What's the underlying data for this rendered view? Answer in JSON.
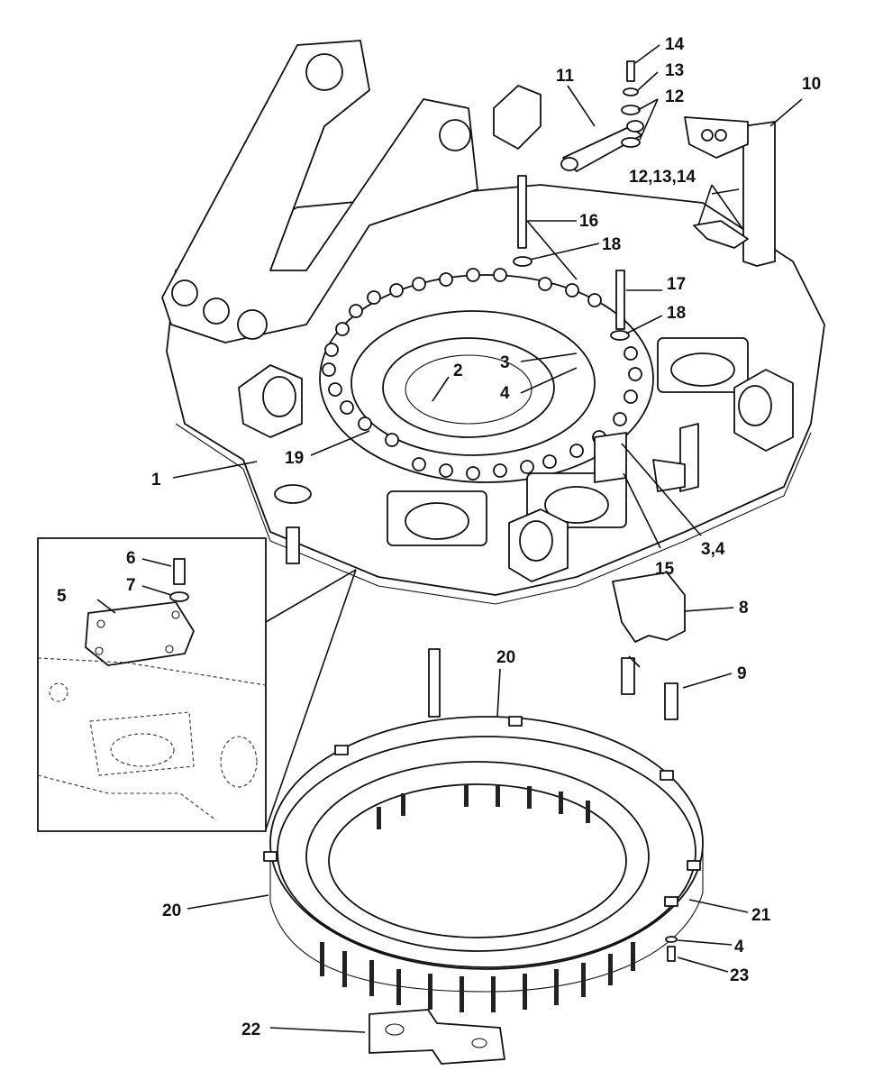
{
  "diagram": {
    "callouts": {
      "c1": "1",
      "c2": "2",
      "c3": "3",
      "c4": "4",
      "c34": "3,4",
      "c5": "5",
      "c6": "6",
      "c7": "7",
      "c8": "8",
      "c9": "9",
      "c10": "10",
      "c11": "11",
      "c12": "12",
      "c121314": "12,13,14",
      "c13": "13",
      "c14": "14",
      "c15": "15",
      "c16": "16",
      "c17": "17",
      "c18a": "18",
      "c18b": "18",
      "c19": "19",
      "c20a": "20",
      "c20b": "20",
      "c21": "21",
      "c4b": "4",
      "c22": "22",
      "c23": "23"
    }
  }
}
